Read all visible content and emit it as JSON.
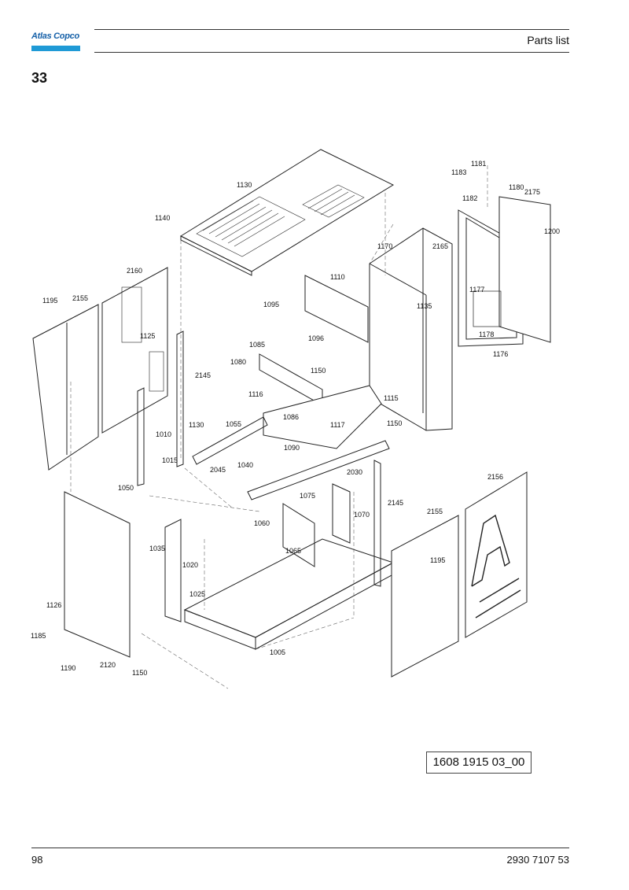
{
  "header": {
    "logo_text": "Atlas Copco",
    "title": "Parts list"
  },
  "section": {
    "number": "33"
  },
  "diagram": {
    "callouts": [
      "1130",
      "1140",
      "1181",
      "1183",
      "1180",
      "1182",
      "2175",
      "1200",
      "2160",
      "1170",
      "2165",
      "1110",
      "1195",
      "2155",
      "1095",
      "1135",
      "1177",
      "1125",
      "1096",
      "1178",
      "1085",
      "1176",
      "1080",
      "2145",
      "1150",
      "1116",
      "1115",
      "1086",
      "1010",
      "1130",
      "1055",
      "1117",
      "1150",
      "1090",
      "1015",
      "2045",
      "1040",
      "2030",
      "2156",
      "1050",
      "1075",
      "2145",
      "1060",
      "1070",
      "2155",
      "1065",
      "1035",
      "1195",
      "1020",
      "1025",
      "1126",
      "1185",
      "1005",
      "1190",
      "2120",
      "1150"
    ],
    "drawing_number": "1608 1915 03_00"
  },
  "footer": {
    "page_number": "98",
    "document_number": "2930 7107 53"
  }
}
